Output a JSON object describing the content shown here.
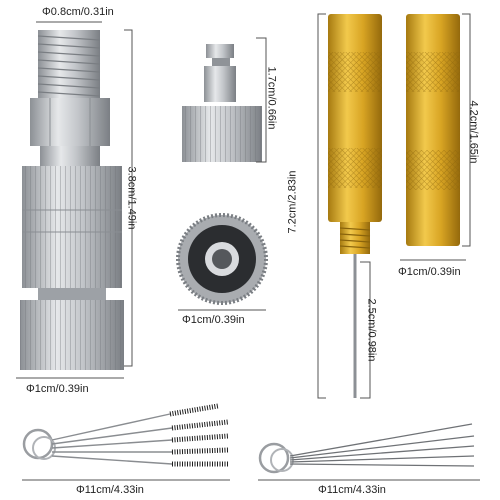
{
  "labels": {
    "fitting_width": "Φ0.8cm/0.31in",
    "fitting_height": "3.8cm/1.49in",
    "fitting_base_width": "Φ1cm/0.39in",
    "plug_height": "1.7cm/0.66in",
    "cap_width": "Φ1cm/0.39in",
    "tool_height": "7.2cm/2.83in",
    "needle_height": "2.5cm/0.98in",
    "sleeve_height": "4.2cm/1.65in",
    "sleeve_width": "Φ1cm/0.39in",
    "brush_width": "Φ11cm/4.33in",
    "wire_width": "Φ11cm/4.33in"
  },
  "colors": {
    "silver": "#b9bcc0",
    "silver_dark": "#7e8287",
    "gold": "#d4a21e",
    "gold_dark": "#9c7410",
    "guide_line": "#555555"
  }
}
